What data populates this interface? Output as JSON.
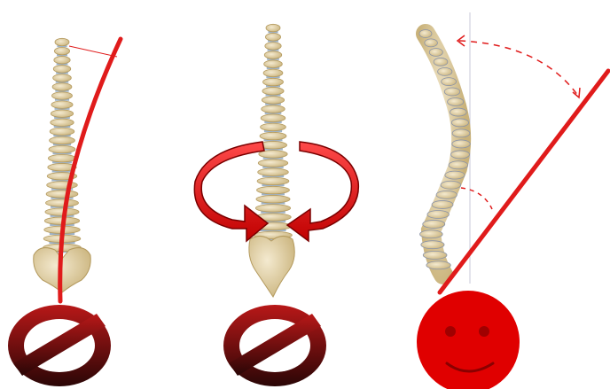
{
  "colors": {
    "background": "#ffffff",
    "bone": "#e8dcb0",
    "bone_shade": "#c9b27a",
    "disc": "#9fb3c8",
    "line_red": "#e01b1b",
    "sign_dark": "#3a0a0a",
    "sign_red": "#9e1414",
    "smiley": "#e00000"
  },
  "panels": [
    {
      "name": "lateral-curvature",
      "spine_view": "front",
      "overlay": "curved-red-line",
      "badge": "prohibition-sign-icon"
    },
    {
      "name": "rotation",
      "spine_view": "front",
      "overlay": "rotation-arrows-icon",
      "badge": "prohibition-sign-icon"
    },
    {
      "name": "forward-lean",
      "spine_view": "side",
      "overlay": "straight-red-line",
      "badge": "smiley-face-icon"
    }
  ]
}
